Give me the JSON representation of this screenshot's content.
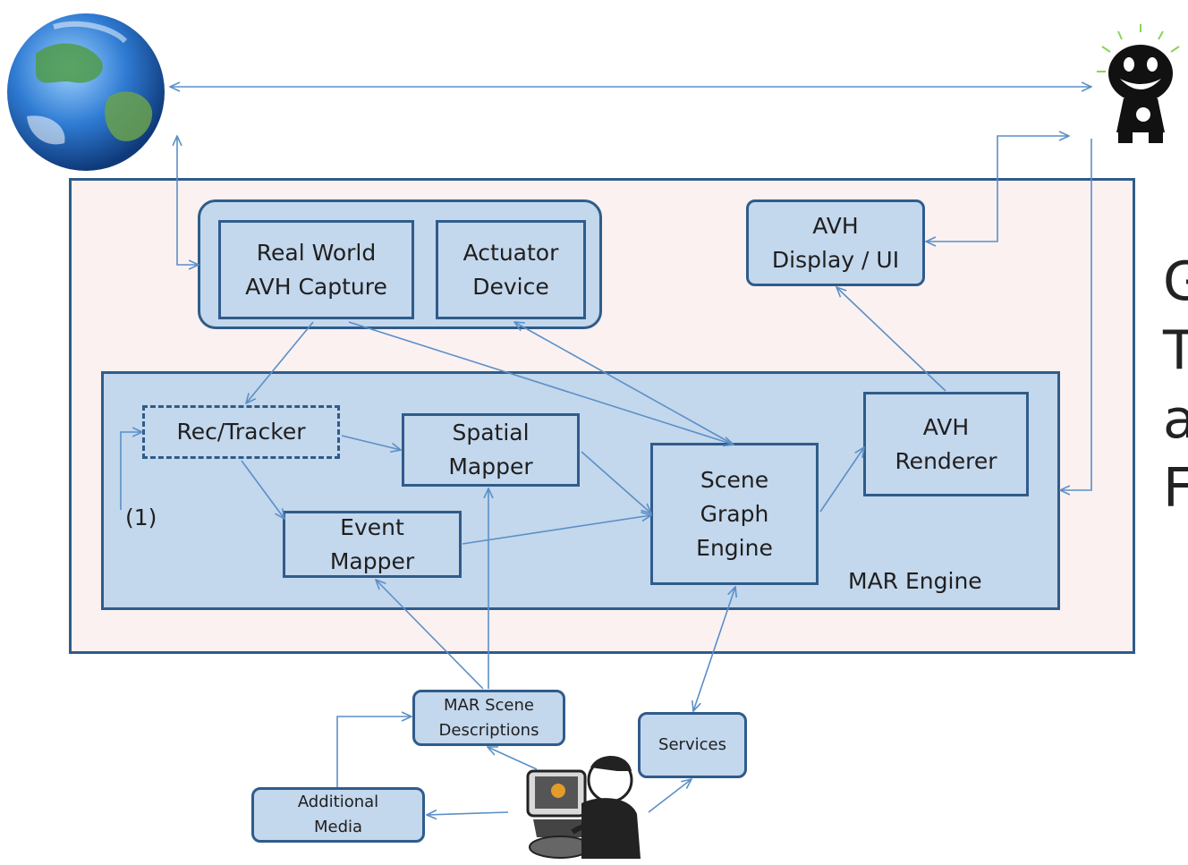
{
  "boxes": {
    "real_world_capture": "Real World\nAVH Capture",
    "actuator_device": "Actuator\nDevice",
    "avh_display": "AVH\nDisplay / UI",
    "rec_tracker": "Rec/Tracker",
    "spatial_mapper": "Spatial\nMapper",
    "event_mapper": "Event\nMapper",
    "scene_graph_engine": "Scene\nGraph\nEngine",
    "avh_renderer": "AVH\nRenderer",
    "mar_scene_descriptions": "MAR Scene\nDescriptions",
    "services": "Services",
    "additional_media": "Additional\nMedia"
  },
  "labels": {
    "mar_engine": "MAR Engine",
    "feedback": "(1)"
  },
  "side_text": [
    "G",
    "T",
    "a",
    "F"
  ],
  "colors": {
    "box_fill": "#c3d7ed",
    "box_border": "#2f5c8a",
    "outer_fill": "#fbf1f1",
    "arrow": "#5b8fc7"
  },
  "icons": [
    "globe-icon",
    "ar-smiley-icon",
    "author-at-computer-icon"
  ]
}
